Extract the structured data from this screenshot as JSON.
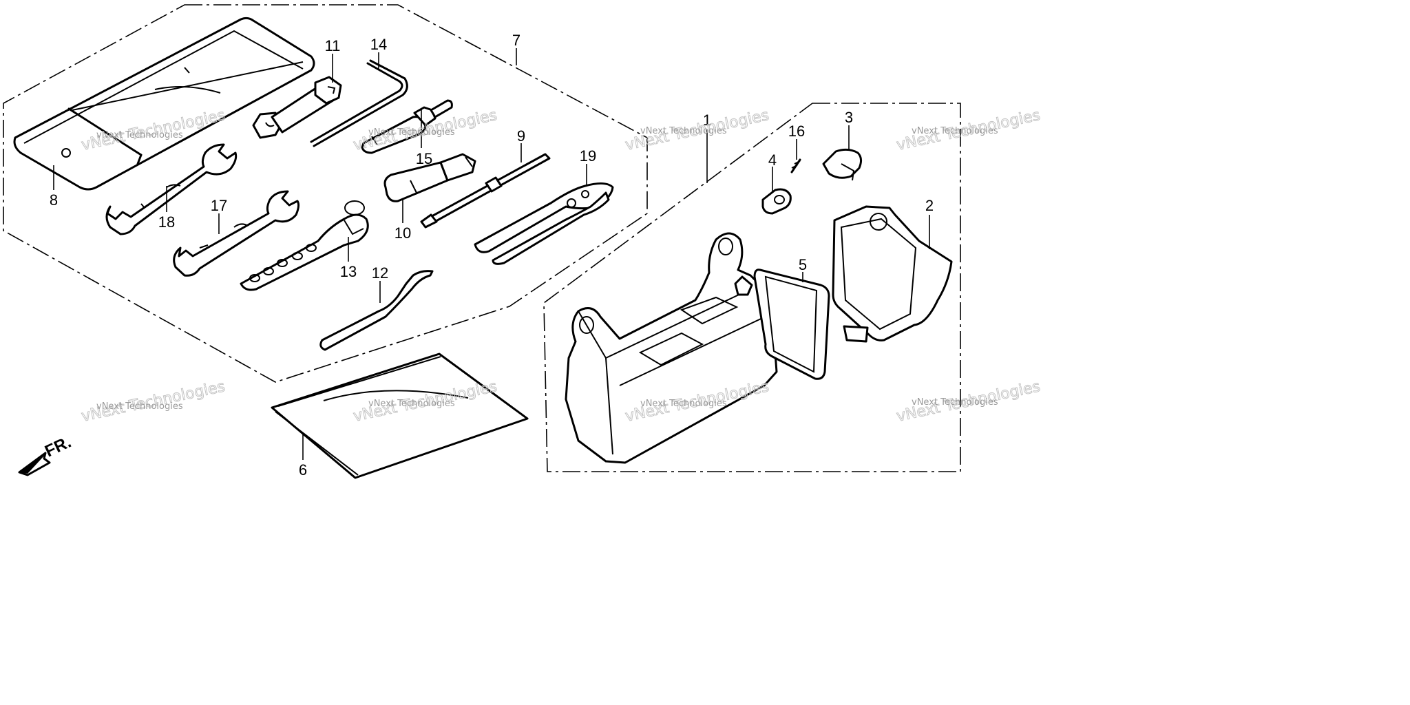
{
  "diagram": {
    "callouts": {
      "c1": "1",
      "c2": "2",
      "c3": "3",
      "c4": "4",
      "c5": "5",
      "c6": "6",
      "c7": "7",
      "c8": "8",
      "c9": "9",
      "c10": "10",
      "c11": "11",
      "c12": "12",
      "c13": "13",
      "c14": "14",
      "c15": "15",
      "c16": "16",
      "c17": "17",
      "c18": "18",
      "c19": "19"
    },
    "direction_label": "FR.",
    "watermark": {
      "small": "vNext Technologies",
      "large": "vNext Technologies",
      "corner": "vNext Technologies"
    }
  }
}
